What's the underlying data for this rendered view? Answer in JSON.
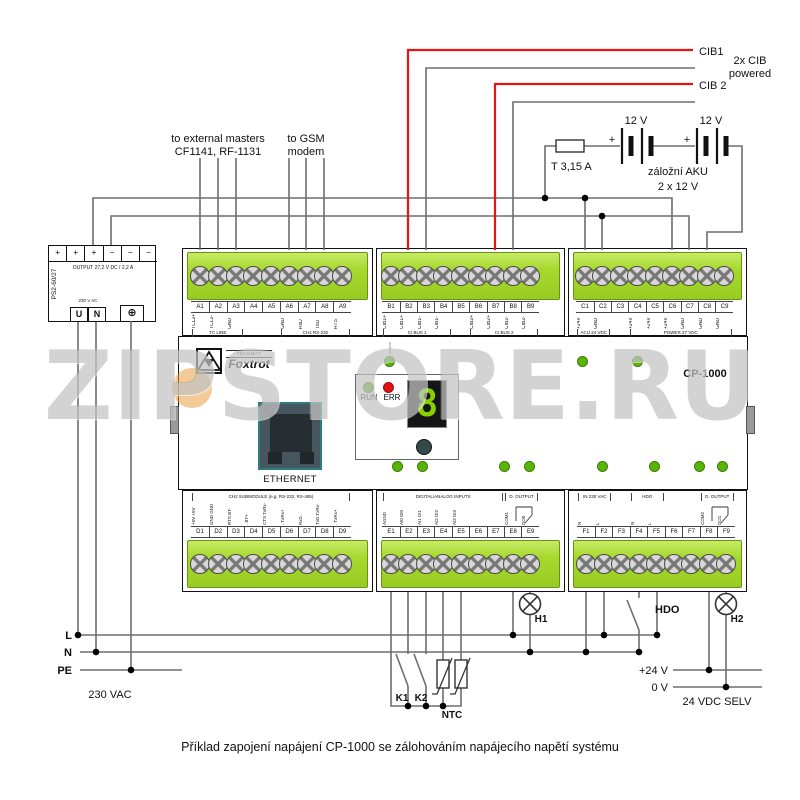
{
  "watermark": "ZIPSTORE.RU",
  "caption": "Příklad zapojení napájení CP-1000 se zálohováním napájecího napětí systému",
  "colors": {
    "cib_wire_red": "#e81313",
    "wire_gray": "#6e6e6e",
    "terminal_green": "#a6d92e",
    "led_green": "#58b508",
    "led_red": "#e01313"
  },
  "annotations": {
    "cib1": "CIB1",
    "cib2": "CIB 2",
    "cib_note1": "2x CIB",
    "cib_note2": "powered",
    "masters1": "to external masters",
    "masters2": "CF1141, RF-1131",
    "gsm1": "to GSM",
    "gsm2": "modem",
    "fuse": "T 3,15 A",
    "plus": "+",
    "bat1": "12 V",
    "bat2": "12 V",
    "aku1": "záložní AKU",
    "aku2": "2 x 12 V",
    "line_l": "L",
    "line_n": "N",
    "line_pe": "PE",
    "vac": "230 VAC",
    "k1": "K1",
    "k2": "K2",
    "ntc": "NTC",
    "h1": "H1",
    "h2": "H2",
    "hdo": "HDO",
    "p24": "+24 V",
    "v0": "0 V",
    "selv": "24 VDC SELV"
  },
  "psu": {
    "model": "PS2-60/27",
    "output_label": "OUTPUT  27,2 V DC / 2,2 A",
    "input_label": "230 V AC",
    "terminals_top": [
      "+",
      "+",
      "+",
      "−",
      "−",
      "−"
    ],
    "terminal_u": "U",
    "terminal_n": "N",
    "ground_symbol": "⊕"
  },
  "device": {
    "model": "CP-1000",
    "brand_small": "TECOMAT",
    "brand": "Foxtrot",
    "ethernet_label": "ETHERNET",
    "run_label": "RUN",
    "err_label": "ERR",
    "display_value": "8"
  },
  "terminal_blocks": {
    "A": {
      "terminals": [
        {
          "no": "A1",
          "sig": "TCL2+"
        },
        {
          "no": "A2",
          "sig": "TCL2-"
        },
        {
          "no": "A3",
          "sig": "GND"
        },
        {
          "no": "A4",
          "sig": ""
        },
        {
          "no": "A5",
          "sig": ""
        },
        {
          "no": "A6",
          "sig": "GND"
        },
        {
          "no": "A7",
          "sig": "RxD"
        },
        {
          "no": "A8",
          "sig": "TxD"
        },
        {
          "no": "A9",
          "sig": "RTS"
        }
      ],
      "groups": [
        {
          "label": "TC LINE",
          "from": 0,
          "to": 2
        },
        {
          "label": "CH1 RS-232",
          "from": 5,
          "to": 8
        }
      ]
    },
    "B": {
      "terminals": [
        {
          "no": "B1",
          "sig": "CIB1+"
        },
        {
          "no": "B2",
          "sig": "CIB1+"
        },
        {
          "no": "B3",
          "sig": "CIB1-"
        },
        {
          "no": "B4",
          "sig": "CIB1-"
        },
        {
          "no": "B5",
          "sig": ""
        },
        {
          "no": "B6",
          "sig": "CIB2+"
        },
        {
          "no": "B7",
          "sig": "CIB2+"
        },
        {
          "no": "B8",
          "sig": "CIB2-"
        },
        {
          "no": "B9",
          "sig": "CIB2-"
        }
      ],
      "groups": [
        {
          "label": "CI BUS 1",
          "from": 0,
          "to": 3
        },
        {
          "label": "CI BUS 2",
          "from": 5,
          "to": 8
        }
      ]
    },
    "C": {
      "terminals": [
        {
          "no": "C1",
          "sig": "+24V"
        },
        {
          "no": "C2",
          "sig": "GND"
        },
        {
          "no": "C3",
          "sig": ""
        },
        {
          "no": "C4",
          "sig": "+24V"
        },
        {
          "no": "C5",
          "sig": "+24V"
        },
        {
          "no": "C6",
          "sig": "+24V"
        },
        {
          "no": "C7",
          "sig": "GND"
        },
        {
          "no": "C8",
          "sig": "GND"
        },
        {
          "no": "C9",
          "sig": "GND"
        }
      ],
      "groups": [
        {
          "label": "ACU 24 VDC",
          "from": 0,
          "to": 1
        },
        {
          "label": "POWER 27 VDC",
          "from": 3,
          "to": 8
        }
      ]
    },
    "D": {
      "terminals": [
        {
          "no": "D1",
          "sig": "+5V +5V"
        },
        {
          "no": "D2",
          "sig": "GND GND"
        },
        {
          "no": "D3",
          "sig": "RTS BT-"
        },
        {
          "no": "D4",
          "sig": ". BT+"
        },
        {
          "no": "D5",
          "sig": "CTS TxRx-"
        },
        {
          "no": "D6",
          "sig": ". TxRx+"
        },
        {
          "no": "D7",
          "sig": "RxD ."
        },
        {
          "no": "D8",
          "sig": "TxD TxRx-"
        },
        {
          "no": "D9",
          "sig": ". TxRx+"
        }
      ],
      "groups": [
        {
          "label": "CH2 SUBMODULE (e.g. RS-232, RS-485)",
          "from": 0,
          "to": 8
        }
      ]
    },
    "E": {
      "terminals": [
        {
          "no": "E1",
          "sig": "AGND"
        },
        {
          "no": "E2",
          "sig": "AI0 DI0"
        },
        {
          "no": "E3",
          "sig": "AI1 DI1"
        },
        {
          "no": "E4",
          "sig": "AI2 DI2"
        },
        {
          "no": "E5",
          "sig": "AI3 DI3"
        },
        {
          "no": "E6",
          "sig": ""
        },
        {
          "no": "E7",
          "sig": ""
        },
        {
          "no": "E8",
          "sig": "COM1"
        },
        {
          "no": "E9",
          "sig": "DO0"
        }
      ],
      "groups": [
        {
          "label": "DIGITAL/ANALOG INPUTS",
          "from": 0,
          "to": 6
        },
        {
          "label": "D. OUTPUT",
          "from": 7,
          "to": 8
        }
      ]
    },
    "F": {
      "terminals": [
        {
          "no": "F1",
          "sig": "N"
        },
        {
          "no": "F2",
          "sig": "L"
        },
        {
          "no": "F3",
          "sig": ""
        },
        {
          "no": "F4",
          "sig": "N"
        },
        {
          "no": "F5",
          "sig": "L"
        },
        {
          "no": "F6",
          "sig": ""
        },
        {
          "no": "F7",
          "sig": ""
        },
        {
          "no": "F8",
          "sig": "COM2"
        },
        {
          "no": "F9",
          "sig": "DO1"
        }
      ],
      "groups": [
        {
          "label": "IN 230 VAC",
          "from": 0,
          "to": 1
        },
        {
          "label": "HDO",
          "from": 3,
          "to": 4
        },
        {
          "label": "D. OUTPUT",
          "from": 7,
          "to": 8
        }
      ]
    }
  }
}
